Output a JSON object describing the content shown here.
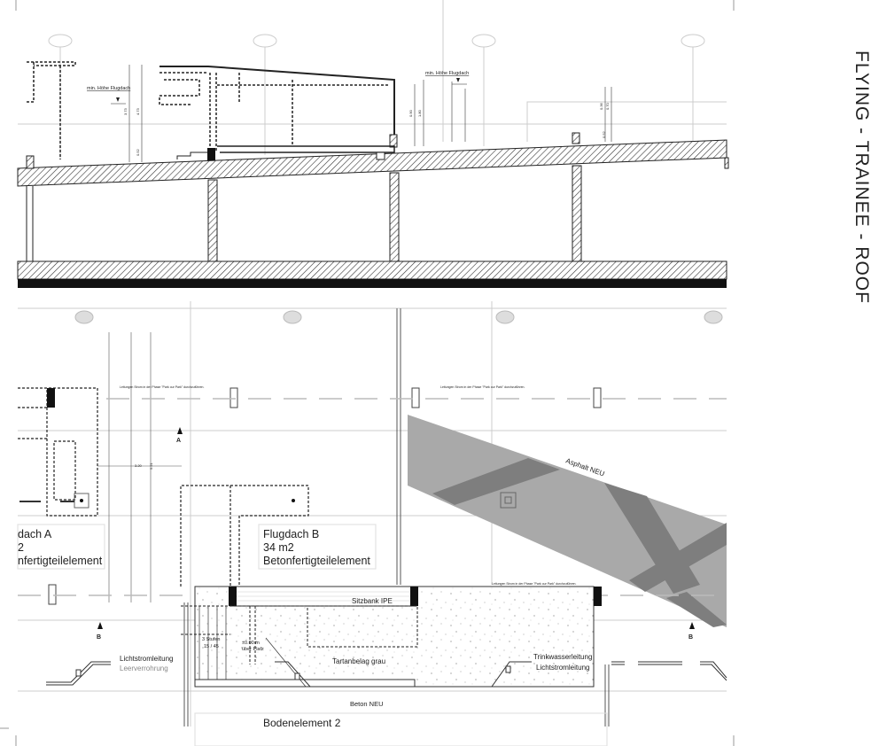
{
  "title": "FLYING - TRAINEE - ROOF",
  "section": {
    "min_height_label_1": "min. Höhe Flugdach",
    "min_height_label_2": "min. Höhe Flugdach",
    "dimensions": [
      "3.73",
      "4.73",
      "0.52",
      "0.90",
      "1.80",
      "0.36",
      "0.70",
      "0.52"
    ]
  },
  "plan": {
    "flugdach_a": {
      "name": "dach A",
      "area": "2",
      "type": "nfertigteilelement"
    },
    "flugdach_b": {
      "name": "Flugdach B",
      "area": "34 m2",
      "type": "Betonfertigteilelement"
    },
    "section_marker_a": "A",
    "section_marker_b_left": "B",
    "section_marker_b_right": "B",
    "sitzbank": "Sitzbank IPE",
    "tartan": "Tartanbelag grau",
    "level": "±0.00 m",
    "level_sub": "über Platz",
    "stairs": "3 Stufen",
    "stairs_sub": "15 / 45",
    "light_line_left": "Lichtstromleitung",
    "empty_conduit": "Leerverrohrung",
    "water_line": "Trinkwasserleitung",
    "light_line_right": "Lichtstromleitung",
    "beton": "Beton NEU",
    "bodenelement": "Bodenelement 2",
    "asphalt": "Asphalt NEU",
    "note_lines": "Leitungen Strom in der Phase \"Park our Park\" durchzuführen.",
    "dim_320": "3.20",
    "dim_521": "5.21"
  },
  "colors": {
    "asphalt": "#a9a9a9",
    "asphalt_stripe": "#7e7e7e",
    "line": "#222222"
  }
}
